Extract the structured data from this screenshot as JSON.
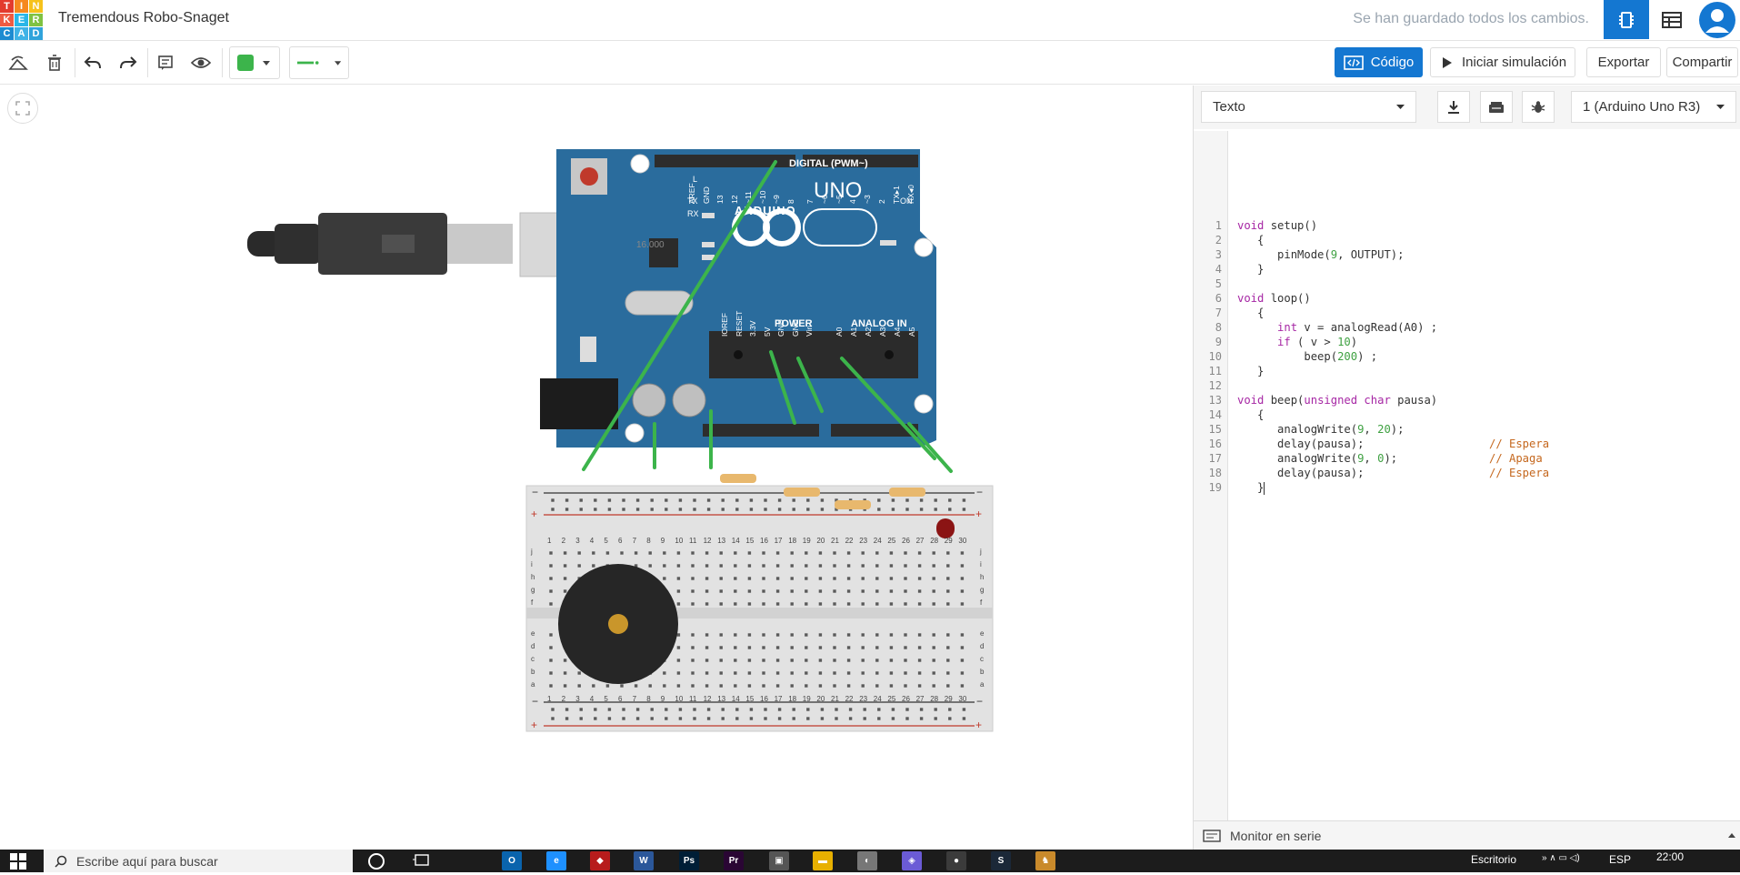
{
  "app": {
    "logo_letters": [
      "T",
      "I",
      "N",
      "K",
      "E",
      "R",
      "C",
      "A",
      "D"
    ],
    "logo_colors": [
      "#e33b2e",
      "#f6891f",
      "#f6c21c",
      "#ef5b42",
      "#2ab6e8",
      "#7fc242",
      "#1d8bd1",
      "#3fb3e7",
      "#30a3db"
    ],
    "project_title": "Tremendous Robo-Snaget",
    "save_status": "Se han guardado todos los cambios."
  },
  "toolbar": {
    "color_swatch": "#3cb44b",
    "code_label": "Código",
    "simulate_label": "Iniciar simulación",
    "export_label": "Exportar",
    "share_label": "Compartir"
  },
  "code_panel": {
    "mode": "Texto",
    "device": "1 (Arduino Uno R3)",
    "serial_monitor": "Monitor en serie",
    "line_numbers": [
      "1",
      "2",
      "3",
      "4",
      "5",
      "6",
      "7",
      "8",
      "9",
      "10",
      "11",
      "12",
      "13",
      "14",
      "15",
      "16",
      "17",
      "18",
      "19"
    ],
    "code": {
      "l1_kw": "void",
      "l1_rest": " setup()",
      "l2": "   {",
      "l3_a": "      pinMode(",
      "l3_num": "9",
      "l3_b": ", OUTPUT);",
      "l4": "   }",
      "l6_kw": "void",
      "l6_rest": " loop()",
      "l7": "   {",
      "l8_kw": "int",
      "l8_rest": " v = analogRead(A0) ;",
      "l9_kw": "if",
      "l9_a": " ( v > ",
      "l9_num": "10",
      "l9_b": ")",
      "l10_a": "          beep(",
      "l10_num": "200",
      "l10_b": ") ;",
      "l11": "   }",
      "l13_kw": "void",
      "l13_a": " beep(",
      "l13_kw2": "unsigned char",
      "l13_b": " pausa)",
      "l14": "   {",
      "l15_a": "      analogWrite(",
      "l15_n1": "9",
      "l15_b": ", ",
      "l15_n2": "20",
      "l15_c": ");",
      "l16_a": "      delay(pausa);",
      "l16_cm": "// Espera",
      "l17_a": "      analogWrite(",
      "l17_n1": "9",
      "l17_b": ", ",
      "l17_n2": "0",
      "l17_c": ");",
      "l17_cm": "// Apaga",
      "l18_a": "      delay(pausa);",
      "l18_cm": "// Espera",
      "l19": "   }"
    }
  },
  "board": {
    "brand": "ARDUINO",
    "model": "UNO",
    "digital_label": "DIGITAL (PWM~)",
    "power_label": "POWER",
    "analog_label": "ANALOG IN",
    "on_label": "ON",
    "l_label": "L",
    "tx_label": "TX",
    "rx_label": "RX",
    "top_pin_labels": [
      "AREF",
      "GND",
      "13",
      "12",
      "~11",
      "~10",
      "~9",
      "8",
      "7",
      "~6",
      "~5",
      "4",
      "~3",
      "2",
      "TX▸1",
      "RX◂0"
    ],
    "power_pin_labels": [
      "IOREF",
      "RESET",
      "3.3V",
      "5V",
      "GND",
      "GND",
      "Vin"
    ],
    "analog_pin_labels": [
      "A0",
      "A1",
      "A2",
      "A3",
      "A4",
      "A5"
    ],
    "crystal_label": "16.000"
  },
  "breadboard": {
    "column_numbers": [
      "1",
      "2",
      "3",
      "4",
      "5",
      "6",
      "7",
      "8",
      "9",
      "10",
      "11",
      "12",
      "13",
      "14",
      "15",
      "16",
      "17",
      "18",
      "19",
      "20",
      "21",
      "22",
      "23",
      "24",
      "25",
      "26",
      "27",
      "28",
      "29",
      "30"
    ],
    "row_letters_top": [
      "j",
      "i",
      "h",
      "g",
      "f"
    ],
    "row_letters_bottom": [
      "e",
      "d",
      "c",
      "b",
      "a"
    ],
    "minus": "−",
    "plus": "+"
  },
  "taskbar": {
    "search_placeholder": "Escribe aquí para buscar",
    "desktop_label": "Escritorio",
    "language": "ESP",
    "time": "22:00",
    "apps": [
      {
        "letter": "O",
        "color": "#0a64ad"
      },
      {
        "letter": "e",
        "color": "#1e90ff"
      },
      {
        "letter": "◆",
        "color": "#b71c1c"
      },
      {
        "letter": "W",
        "color": "#2b579a"
      },
      {
        "letter": "Ps",
        "color": "#001e36"
      },
      {
        "letter": "Pr",
        "color": "#2a0634"
      },
      {
        "letter": "▣",
        "color": "#555555"
      },
      {
        "letter": "▬",
        "color": "#e8b000"
      },
      {
        "letter": "◐",
        "color": "#777777"
      },
      {
        "letter": "◈",
        "color": "#6b5bd6"
      },
      {
        "letter": "●",
        "color": "#3b3b3b"
      },
      {
        "letter": "S",
        "color": "#1b2838"
      },
      {
        "letter": "♞",
        "color": "#c98a2b"
      }
    ]
  }
}
